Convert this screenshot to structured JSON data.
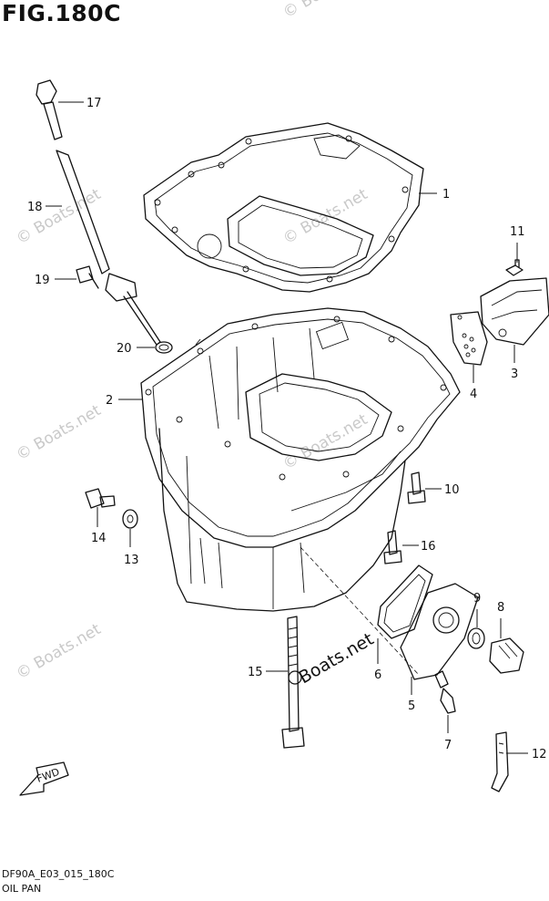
{
  "figure": {
    "title": "FIG.180C",
    "code": "DF90A_E03_015_180C",
    "name": "OIL PAN"
  },
  "watermark": {
    "text": "© Boats.net",
    "center_text": "Boats.net"
  },
  "fwd_label": "FWD",
  "callouts": [
    {
      "id": "c1",
      "number": "1"
    },
    {
      "id": "c2",
      "number": "2"
    },
    {
      "id": "c3",
      "number": "3"
    },
    {
      "id": "c4",
      "number": "4"
    },
    {
      "id": "c5",
      "number": "5"
    },
    {
      "id": "c6",
      "number": "6"
    },
    {
      "id": "c7",
      "number": "7"
    },
    {
      "id": "c8",
      "number": "8"
    },
    {
      "id": "c9",
      "number": "9"
    },
    {
      "id": "c10",
      "number": "10"
    },
    {
      "id": "c11",
      "number": "11"
    },
    {
      "id": "c12",
      "number": "12"
    },
    {
      "id": "c13",
      "number": "13"
    },
    {
      "id": "c14",
      "number": "14"
    },
    {
      "id": "c15",
      "number": "15"
    },
    {
      "id": "c16",
      "number": "16"
    },
    {
      "id": "c17",
      "number": "17"
    },
    {
      "id": "c18",
      "number": "18"
    },
    {
      "id": "c19",
      "number": "19"
    },
    {
      "id": "c20",
      "number": "20"
    }
  ]
}
